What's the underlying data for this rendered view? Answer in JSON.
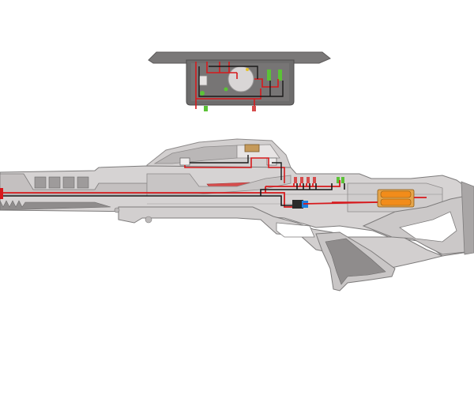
{
  "diagram": {
    "labels": [],
    "colors": {
      "body_light": "#d6d3d3",
      "body_mid": "#c4c0c0",
      "body_dark": "#7d7b7b",
      "panel_dark": "#6a6a6a",
      "wire_red": "#d7191c",
      "wire_black": "#1a1a1a",
      "led_green": "#5bc236",
      "battery_orange": "#f28c1a",
      "switch_blue": "#1d7fe0",
      "accent_red": "#d64c4c"
    },
    "components": [
      "detached-scope-module",
      "rifle-body",
      "battery-pack",
      "push-switch",
      "led-row",
      "wiring-harness"
    ]
  }
}
